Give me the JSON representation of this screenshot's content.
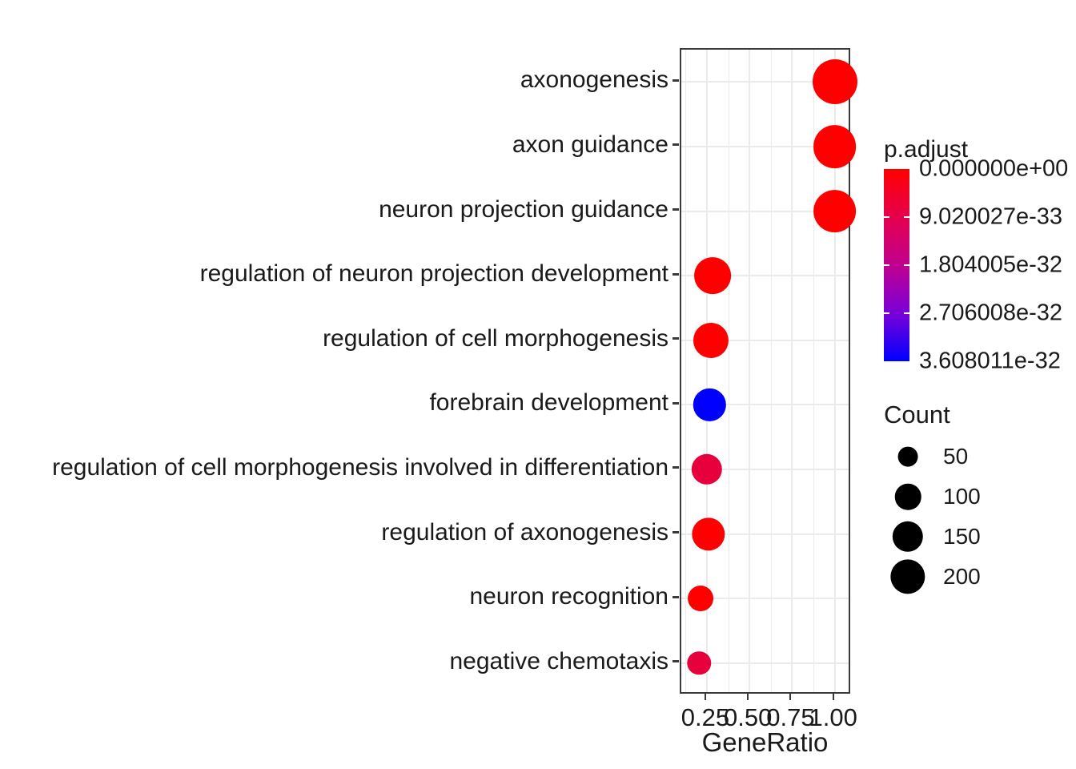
{
  "chart_data": {
    "type": "scatter",
    "title": "",
    "subtitle": "",
    "xlabel": "GeneRatio",
    "ylabel": "",
    "xlim": [
      0.1,
      1.1
    ],
    "ylim": [
      0,
      11
    ],
    "grid": true,
    "x_ticks": [
      {
        "value": 0.25,
        "label": "0.25"
      },
      {
        "value": 0.5,
        "label": "0.50"
      },
      {
        "value": 0.75,
        "label": "0.75"
      },
      {
        "value": 1.0,
        "label": "1.00"
      }
    ],
    "categories": [
      "axonogenesis",
      "axon guidance",
      "neuron projection guidance",
      "regulation of neuron projection development",
      "regulation of cell morphogenesis",
      "forebrain development",
      "regulation of cell morphogenesis involved in differentiation",
      "regulation of axonogenesis",
      "neuron recognition",
      "negative chemotaxis"
    ],
    "points": [
      {
        "term": "axonogenesis",
        "gene_ratio": 1.0,
        "count": 215,
        "p_adjust": 0.0,
        "color": "#ff0000"
      },
      {
        "term": "axon guidance",
        "gene_ratio": 1.0,
        "count": 200,
        "p_adjust": 0.0,
        "color": "#ff0000"
      },
      {
        "term": "neuron projection guidance",
        "gene_ratio": 1.0,
        "count": 200,
        "p_adjust": 0.0,
        "color": "#ff0000"
      },
      {
        "term": "regulation of neuron projection development",
        "gene_ratio": 0.285,
        "count": 150,
        "p_adjust": 1e-34,
        "color": "#ff0000"
      },
      {
        "term": "regulation of cell morphogenesis",
        "gene_ratio": 0.275,
        "count": 140,
        "p_adjust": 1e-34,
        "color": "#ff0000"
      },
      {
        "term": "forebrain development",
        "gene_ratio": 0.265,
        "count": 120,
        "p_adjust": 3.608011e-32,
        "color": "#0000ff"
      },
      {
        "term": "regulation of cell morphogenesis involved in differentiation",
        "gene_ratio": 0.25,
        "count": 110,
        "p_adjust": 5e-33,
        "color": "#e8003c"
      },
      {
        "term": "regulation of axonogenesis",
        "gene_ratio": 0.258,
        "count": 125,
        "p_adjust": 1e-34,
        "color": "#ff0000"
      },
      {
        "term": "neuron recognition",
        "gene_ratio": 0.215,
        "count": 80,
        "p_adjust": 1e-34,
        "color": "#ff0000"
      },
      {
        "term": "negative chemotaxis",
        "gene_ratio": 0.205,
        "count": 70,
        "p_adjust": 5e-33,
        "color": "#e8003c"
      }
    ],
    "color_legend": {
      "title": "p.adjust",
      "labels": [
        "0.000000e+00",
        "9.020027e-33",
        "1.804005e-32",
        "2.706008e-32",
        "3.608011e-32"
      ],
      "high_color": "#ff0000",
      "low_color": "#0000ff",
      "position": "right"
    },
    "size_legend": {
      "title": "Count",
      "labels": [
        "50",
        "100",
        "150",
        "200"
      ],
      "values": [
        50,
        100,
        150,
        200
      ],
      "dot_color": "#000000",
      "position": "right"
    }
  }
}
